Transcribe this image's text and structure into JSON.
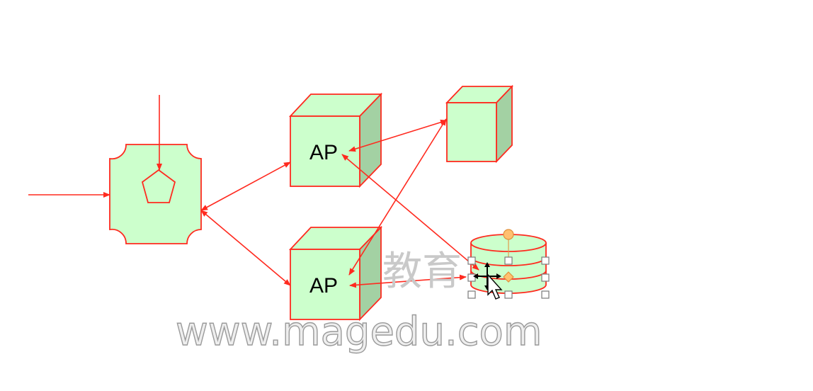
{
  "diagram": {
    "colors": {
      "stroke": "#ff2a1f",
      "fill_light": "#ccffcc",
      "fill_side": "#a3d1a3",
      "handle_yellow": "#ffc070"
    },
    "nodes": [
      {
        "id": "gateway",
        "shape": "notched-rectangle-with-pentagon",
        "label": ""
      },
      {
        "id": "ap-top",
        "shape": "cube",
        "label": "AP"
      },
      {
        "id": "ap-bottom",
        "shape": "cube",
        "label": "AP"
      },
      {
        "id": "box-right",
        "shape": "cube",
        "label": ""
      },
      {
        "id": "storage",
        "shape": "stacked-cylinder",
        "label": "",
        "selected": true
      }
    ],
    "edges": [
      {
        "from": "external-top",
        "to": "gateway",
        "arrows": "end"
      },
      {
        "from": "external-left",
        "to": "gateway",
        "arrows": "end"
      },
      {
        "from": "gateway",
        "to": "ap-top",
        "arrows": "both"
      },
      {
        "from": "gateway",
        "to": "ap-bottom",
        "arrows": "both"
      },
      {
        "from": "ap-top",
        "to": "box-right",
        "arrows": "both"
      },
      {
        "from": "ap-bottom",
        "to": "box-right",
        "arrows": "both"
      },
      {
        "from": "ap-top",
        "to": "storage",
        "arrows": "both"
      },
      {
        "from": "ap-bottom",
        "to": "storage",
        "arrows": "both"
      }
    ]
  },
  "watermark": {
    "cn_text": "教育",
    "url_text": "www.magedu.com"
  },
  "cursor": {
    "icon": "move-cursor-icon"
  }
}
